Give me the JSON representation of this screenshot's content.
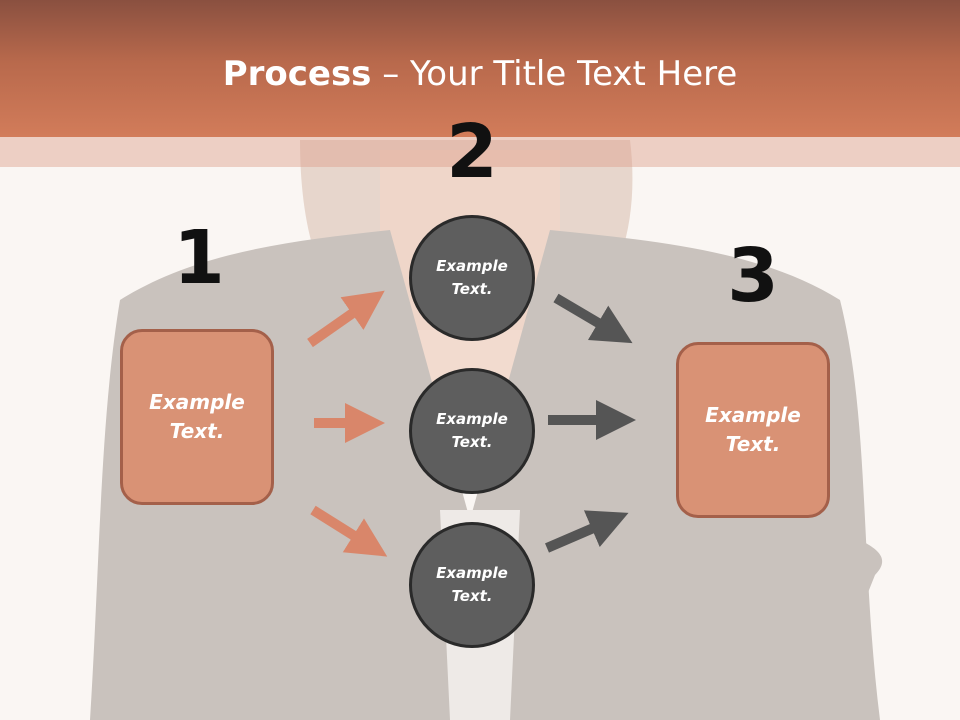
{
  "slide": {
    "title_bold": "Process",
    "title_rest": " – Your Title Text Here"
  },
  "diagram": {
    "steps": [
      {
        "number": "1",
        "text": "Example\nText."
      },
      {
        "number": "2",
        "nodes": [
          {
            "text": "Example\nText."
          },
          {
            "text": "Example\nText."
          },
          {
            "text": "Example\nText."
          }
        ]
      },
      {
        "number": "3",
        "text": "Example\nText."
      }
    ],
    "colors": {
      "accent": "#d99275",
      "accent_border": "#a4604a",
      "node_fill": "#5e5e5e",
      "arrow_left": "#d9866a",
      "arrow_right": "#555555"
    }
  }
}
